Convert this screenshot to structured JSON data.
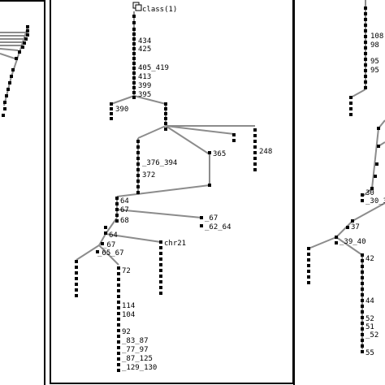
{
  "panels": [
    {
      "name": "left-panel-fragment"
    },
    {
      "name": "center-panel"
    },
    {
      "name": "right-panel-fragment"
    }
  ],
  "center_tree": {
    "root_label": "class(1)",
    "trunk_labels": [
      "434",
      "425",
      "405_419",
      "413",
      "399",
      "395"
    ],
    "left_leaf_label": "390",
    "cluster_labels": [
      "365",
      "_376_394",
      "372"
    ],
    "right_leaf_label": "248",
    "mid_labels": [
      "64",
      "67",
      "68"
    ],
    "mid_right_labels": [
      "_67",
      "_62_64"
    ],
    "low_labels": [
      "64",
      "_67",
      "_65_67"
    ],
    "chr_label": "chr21",
    "bottom_labels": [
      "72",
      "114",
      "104",
      "92",
      "_83_87",
      "_77_97",
      "_87_125",
      "_129_130"
    ]
  },
  "right_tree": {
    "top_labels": [
      "108",
      "98",
      "95",
      "95"
    ],
    "mid_labels": [
      "30",
      "_30_3",
      "37",
      "_39_40"
    ],
    "bottom_labels": [
      "42",
      "44",
      "52",
      "51",
      "_52",
      "55"
    ]
  },
  "colors": {
    "line": "#8c8c8c",
    "node": "#000000",
    "frame": "#000000",
    "background": "#ffffff"
  }
}
